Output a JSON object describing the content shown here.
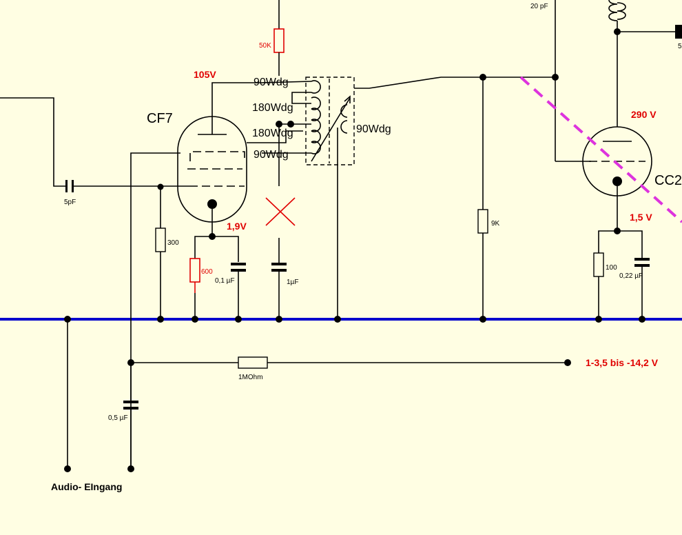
{
  "tubes": {
    "left": "CF7",
    "right": "CC2"
  },
  "voltages": {
    "plate_left": "105V",
    "cathode_left": "1,9V",
    "plate_right": "290 V",
    "cathode_right": "1,5 V",
    "bias": "1-3,5 bis -14,2 V"
  },
  "windings": {
    "w1": "90Wdg",
    "w2": "180Wdg",
    "w3": "180Wdg",
    "w4": "90Wdg",
    "w5": "90Wdg"
  },
  "components": {
    "c_5pf": "5pF",
    "r_50k": "50K",
    "c_20pf": "20 pF",
    "r_300": "300",
    "r_600": "600",
    "c_0_1uf": "0,1 µF",
    "c_1uf": "1µF",
    "r_9k": "9K",
    "r_100": "100",
    "c_0_22uf": "0,22 µF",
    "r_1mohm": "1MOhm",
    "c_0_5uf": "0,5 µF",
    "edge_right": "5"
  },
  "input": {
    "label": "Audio- EIngang"
  },
  "colors": {
    "ground_bus": "#0000cc",
    "dashed_line": "#dd33dd",
    "red": "#e00000",
    "background": "#fffee3"
  }
}
